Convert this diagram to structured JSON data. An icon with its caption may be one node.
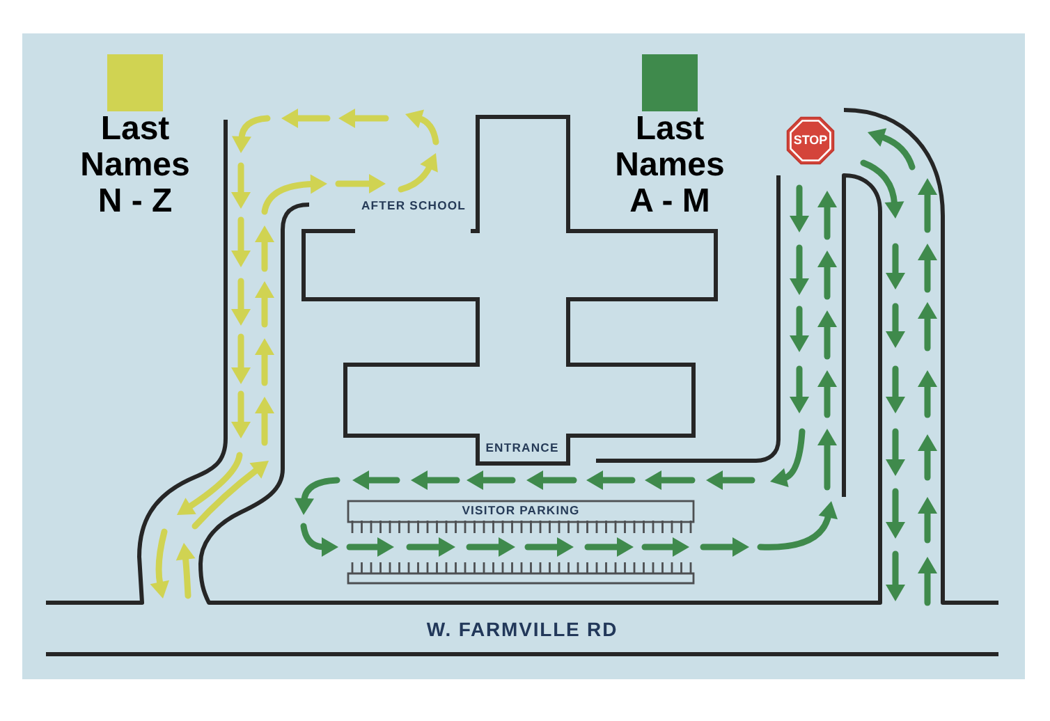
{
  "diagram": {
    "nodes": [
      {
        "text": [
          "STOP"
        ]
      },
      {
        "text": [
          "VISITOR PARKING"
        ]
      }
    ],
    "labels": [
      "AFTER SCHOOL",
      "ENTRANCE",
      "W. FARMVILLE RD"
    ],
    "legend": [
      {
        "text": "Last Names N - Z",
        "color": "#d0d352"
      },
      {
        "text": "Last Names A - M",
        "color": "#3f8a4c"
      }
    ]
  }
}
